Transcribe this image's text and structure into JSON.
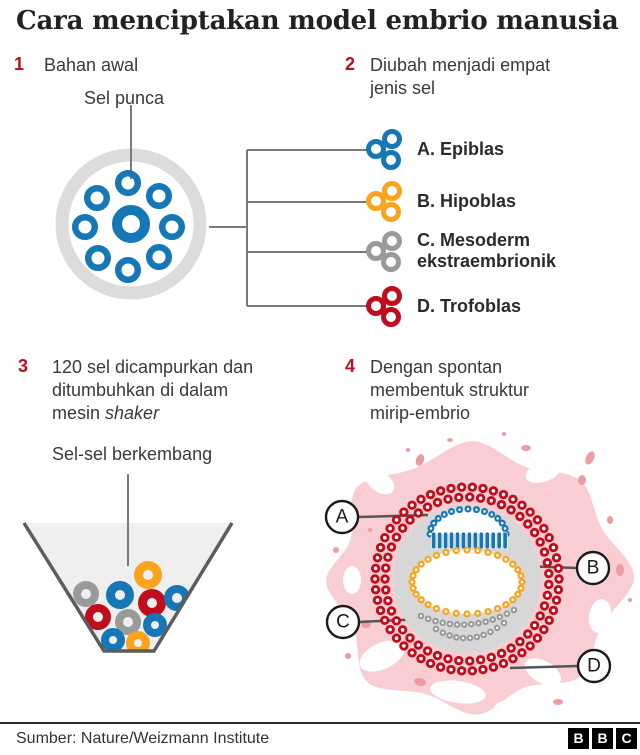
{
  "title": "Cara menciptakan model embrio manusia",
  "step1": {
    "num": "1",
    "text": "Bahan awal",
    "label": "Sel punca"
  },
  "step2": {
    "num": "2",
    "text": "Diubah menjadi empat jenis sel"
  },
  "step3": {
    "num": "3",
    "text": "120 sel dicampurkan dan ditumbuhkan di dalam mesin",
    "italic": "shaker",
    "label": "Sel-sel berkembang"
  },
  "step4": {
    "num": "4",
    "text": "Dengan spontan membentuk struktur mirip-embrio"
  },
  "cell_types": [
    {
      "label": "A. Epiblas",
      "color": "#1577b5"
    },
    {
      "label": "B. Hipoblas",
      "color": "#f9a41c"
    },
    {
      "label": "C. Mesoderm ekstraembrionik",
      "color": "#9a9a9a"
    },
    {
      "label": "D. Trofoblas",
      "color": "#c00d1d"
    }
  ],
  "embryo_labels": {
    "a": "A",
    "b": "B",
    "c": "C",
    "d": "D"
  },
  "footer": {
    "source": "Sumber: Nature/Weizmann Institute",
    "logo": [
      "B",
      "B",
      "C"
    ]
  },
  "colors": {
    "blue": "#1577b5",
    "orange": "#f9a41c",
    "gray": "#9a9a9a",
    "red": "#c00d1d",
    "ring_gray": "#dcdcdc",
    "line_gray": "#7a7a7a",
    "label_line": "#555555",
    "funnel_fill": "#efefef",
    "funnel_border": "#5c5c5c",
    "pink": "#f8ced2",
    "pink_speckle": "#ef9ba2",
    "embryo_gray": "#d7d7d7"
  }
}
